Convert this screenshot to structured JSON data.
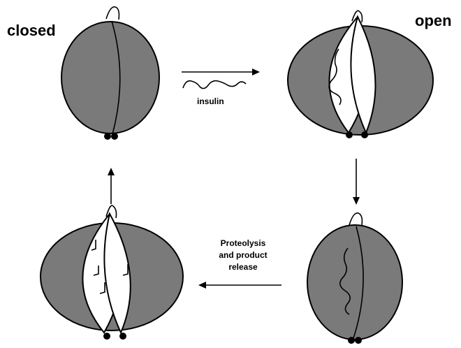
{
  "labels": {
    "closed": "closed",
    "open": "open",
    "insulin": "insulin",
    "proteolysis_line1": "Proteolysis",
    "proteolysis_line2": "and product",
    "proteolysis_line3": "release"
  },
  "colors": {
    "shell": "#7a7a7a",
    "interior": "#ffffff",
    "stroke": "#000000",
    "background": "#ffffff"
  }
}
